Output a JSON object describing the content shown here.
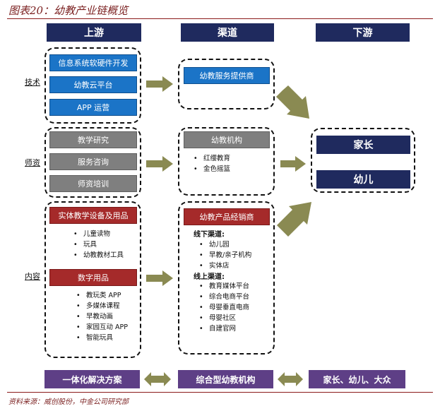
{
  "figure_title": "图表20：幼教产业链概览",
  "columns": {
    "upstream": "上游",
    "channel": "渠道",
    "downstream": "下游"
  },
  "rows": {
    "tech": "技术",
    "teacher": "师资",
    "content": "内容"
  },
  "upstream": {
    "tech_items": [
      "信息系统软硬件开发",
      "幼教云平台",
      "APP 运营"
    ],
    "teacher_items": [
      "教学研究",
      "服务咨询",
      "师资培训"
    ],
    "content_physical": {
      "title": "实体教学设备及用品",
      "items": [
        "儿童读物",
        "玩具",
        "幼教教材工具"
      ]
    },
    "content_digital": {
      "title": "数字用品",
      "items": [
        "教玩类 APP",
        "多媒体课程",
        "早教动画",
        "家园互动 APP",
        "智能玩具"
      ]
    }
  },
  "channel": {
    "tech": {
      "title": "幼教服务提供商"
    },
    "teacher": {
      "title": "幼教机构",
      "items": [
        "红缨教育",
        "金色摇篮"
      ]
    },
    "content": {
      "title": "幼教产品经销商",
      "offline_label": "线下渠道:",
      "offline_items": [
        "幼儿园",
        "早教/亲子机构",
        "实体店"
      ],
      "online_label": "线上渠道:",
      "online_items": [
        "教育媒体平台",
        "综合电商平台",
        "母婴垂直电商",
        "母婴社区",
        "自建官网"
      ]
    }
  },
  "downstream": {
    "items": [
      "家长",
      "幼儿"
    ]
  },
  "bottom": {
    "left": "一体化解决方案",
    "middle": "综合型幼教机构",
    "right": "家长、幼儿、大众"
  },
  "source": "资料来源：威创股份，中金公司研究部",
  "colors": {
    "header_navy": "#1f2a5e",
    "tech_blue": "#1b74c7",
    "teacher_gray": "#7f7f7f",
    "content_red": "#a52a2a",
    "bottom_purple": "#5e3f86",
    "arrow_olive": "#8a8a52",
    "title_red": "#7a1f1f"
  }
}
